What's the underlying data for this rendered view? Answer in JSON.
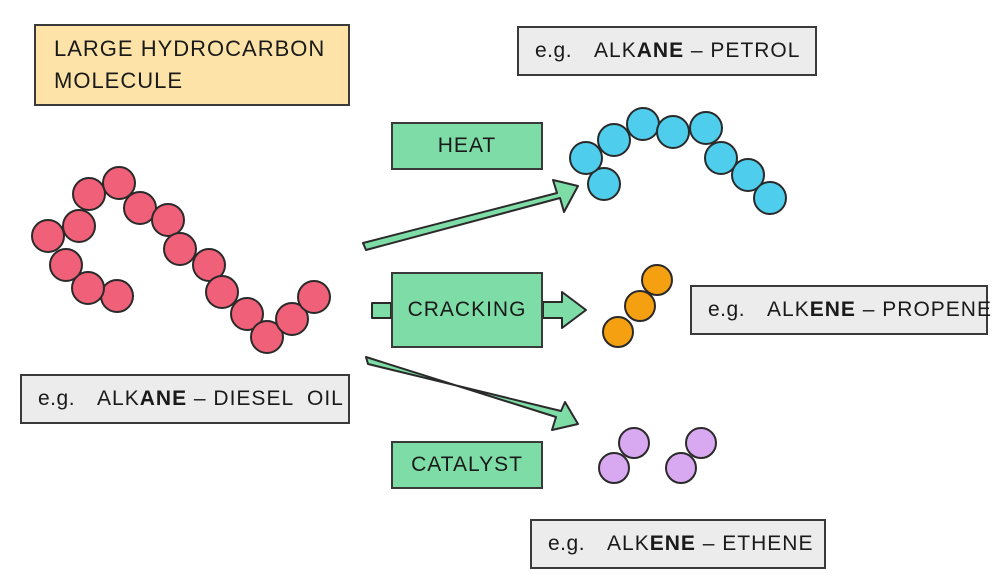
{
  "title": {
    "line1": "LARGE  HYDROCARBON",
    "line2": "MOLECULE"
  },
  "labels": {
    "petrol": {
      "eg": "e.g.",
      "pre": "ALK",
      "bold": "ANE",
      "post": " – PETROL"
    },
    "diesel": {
      "eg": "e.g.",
      "pre": "ALK",
      "bold": "ANE",
      "post": " – DIESEL  OIL"
    },
    "propene": {
      "eg": "e.g.",
      "pre": "ALK",
      "bold": "ENE",
      "post": " – PROPENE"
    },
    "ethene": {
      "eg": "e.g.",
      "pre": "ALK",
      "bold": "ENE",
      "post": " – ETHENE"
    }
  },
  "conditions": {
    "heat": "HEAT",
    "cracking": "CRACKING",
    "catalyst": "CATALYST"
  },
  "colors": {
    "diesel_atoms": "#f06078",
    "petrol_atoms": "#4fcdec",
    "propene_atoms": "#f5a011",
    "ethene_atoms": "#d8a8f0",
    "arrow_fill": "#7edca6",
    "outline": "#2a2a2a"
  }
}
